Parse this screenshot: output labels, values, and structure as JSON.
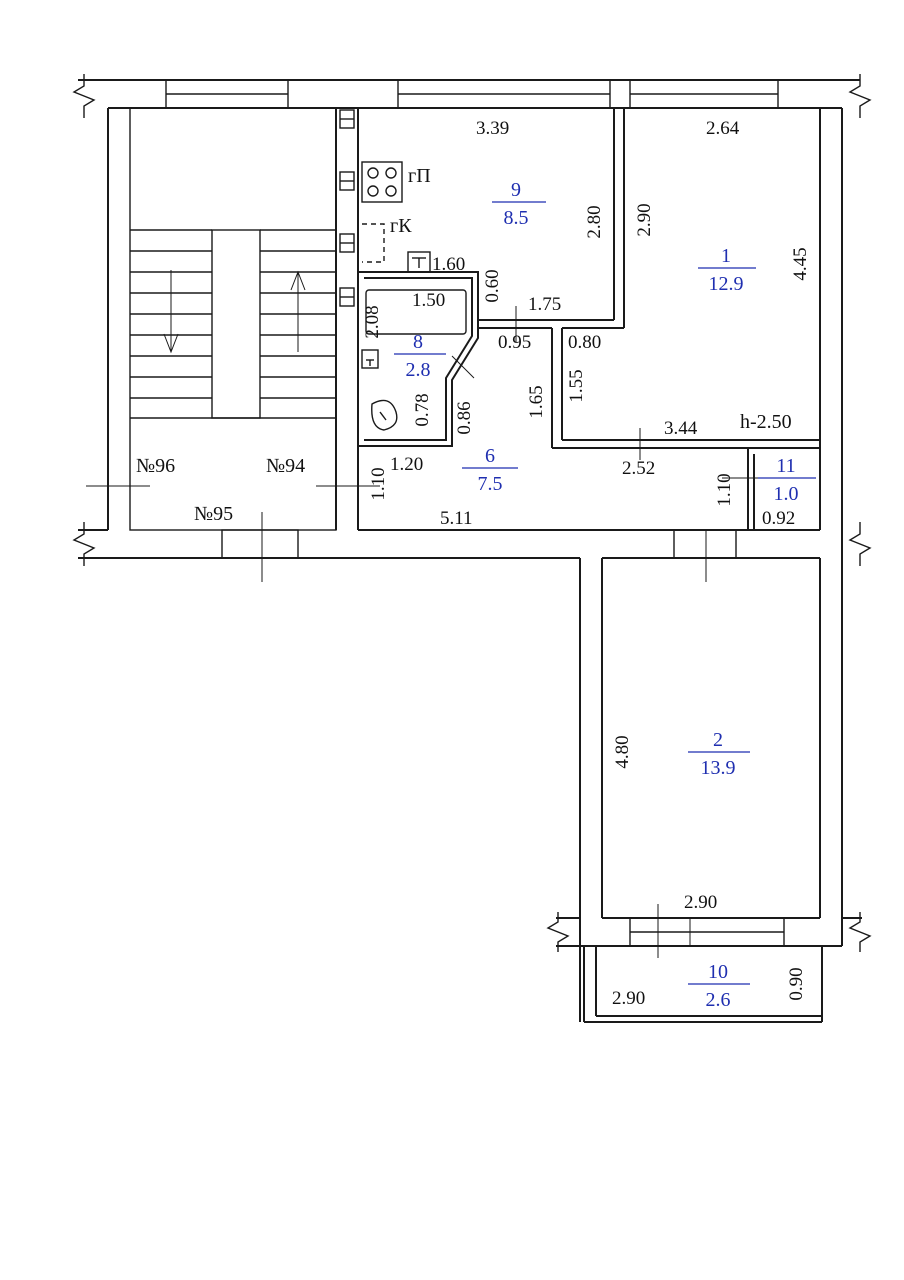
{
  "colors": {
    "room_label": "#1f2fb0",
    "highlight": "#d01818",
    "line": "#1a1a1a"
  },
  "rooms": [
    {
      "id": "r1",
      "number": "1",
      "area": "12.9"
    },
    {
      "id": "r2",
      "number": "2",
      "area": "13.9"
    },
    {
      "id": "r6",
      "number": "6",
      "area": "7.5"
    },
    {
      "id": "r8",
      "number": "8",
      "area": "2.8"
    },
    {
      "id": "r9",
      "number": "9",
      "area": "8.5"
    },
    {
      "id": "r10",
      "number": "10",
      "area": "2.6"
    },
    {
      "id": "r11",
      "number": "11",
      "area": "1.0"
    }
  ],
  "apartments": {
    "n96": "№96",
    "n94": "№94",
    "n95": "№95"
  },
  "fixtures": {
    "gas_stove": "гП",
    "gas_boiler": "гК"
  },
  "ceiling_height": "h-2.50",
  "dimensions": {
    "d339": "3.39",
    "d264": "2.64",
    "d280": "2.80",
    "d290a": "2.90",
    "d445": "4.45",
    "d160": "1.60",
    "d060": "0.60",
    "d150": "1.50",
    "d175": "1.75",
    "d208": "2.08",
    "d095": "0.95",
    "d080": "0.80",
    "d078": "0.78",
    "d086": "0.86",
    "d165": "1.65",
    "d155": "1.55",
    "d344": "3.44",
    "d120": "1.20",
    "d252": "2.52",
    "d110a": "1.10",
    "d110b": "1.10",
    "d092": "0.92",
    "d511": "5.11",
    "d480": "4.80",
    "d290b": "2.90",
    "d290c": "2.90",
    "d090": "0.90"
  }
}
